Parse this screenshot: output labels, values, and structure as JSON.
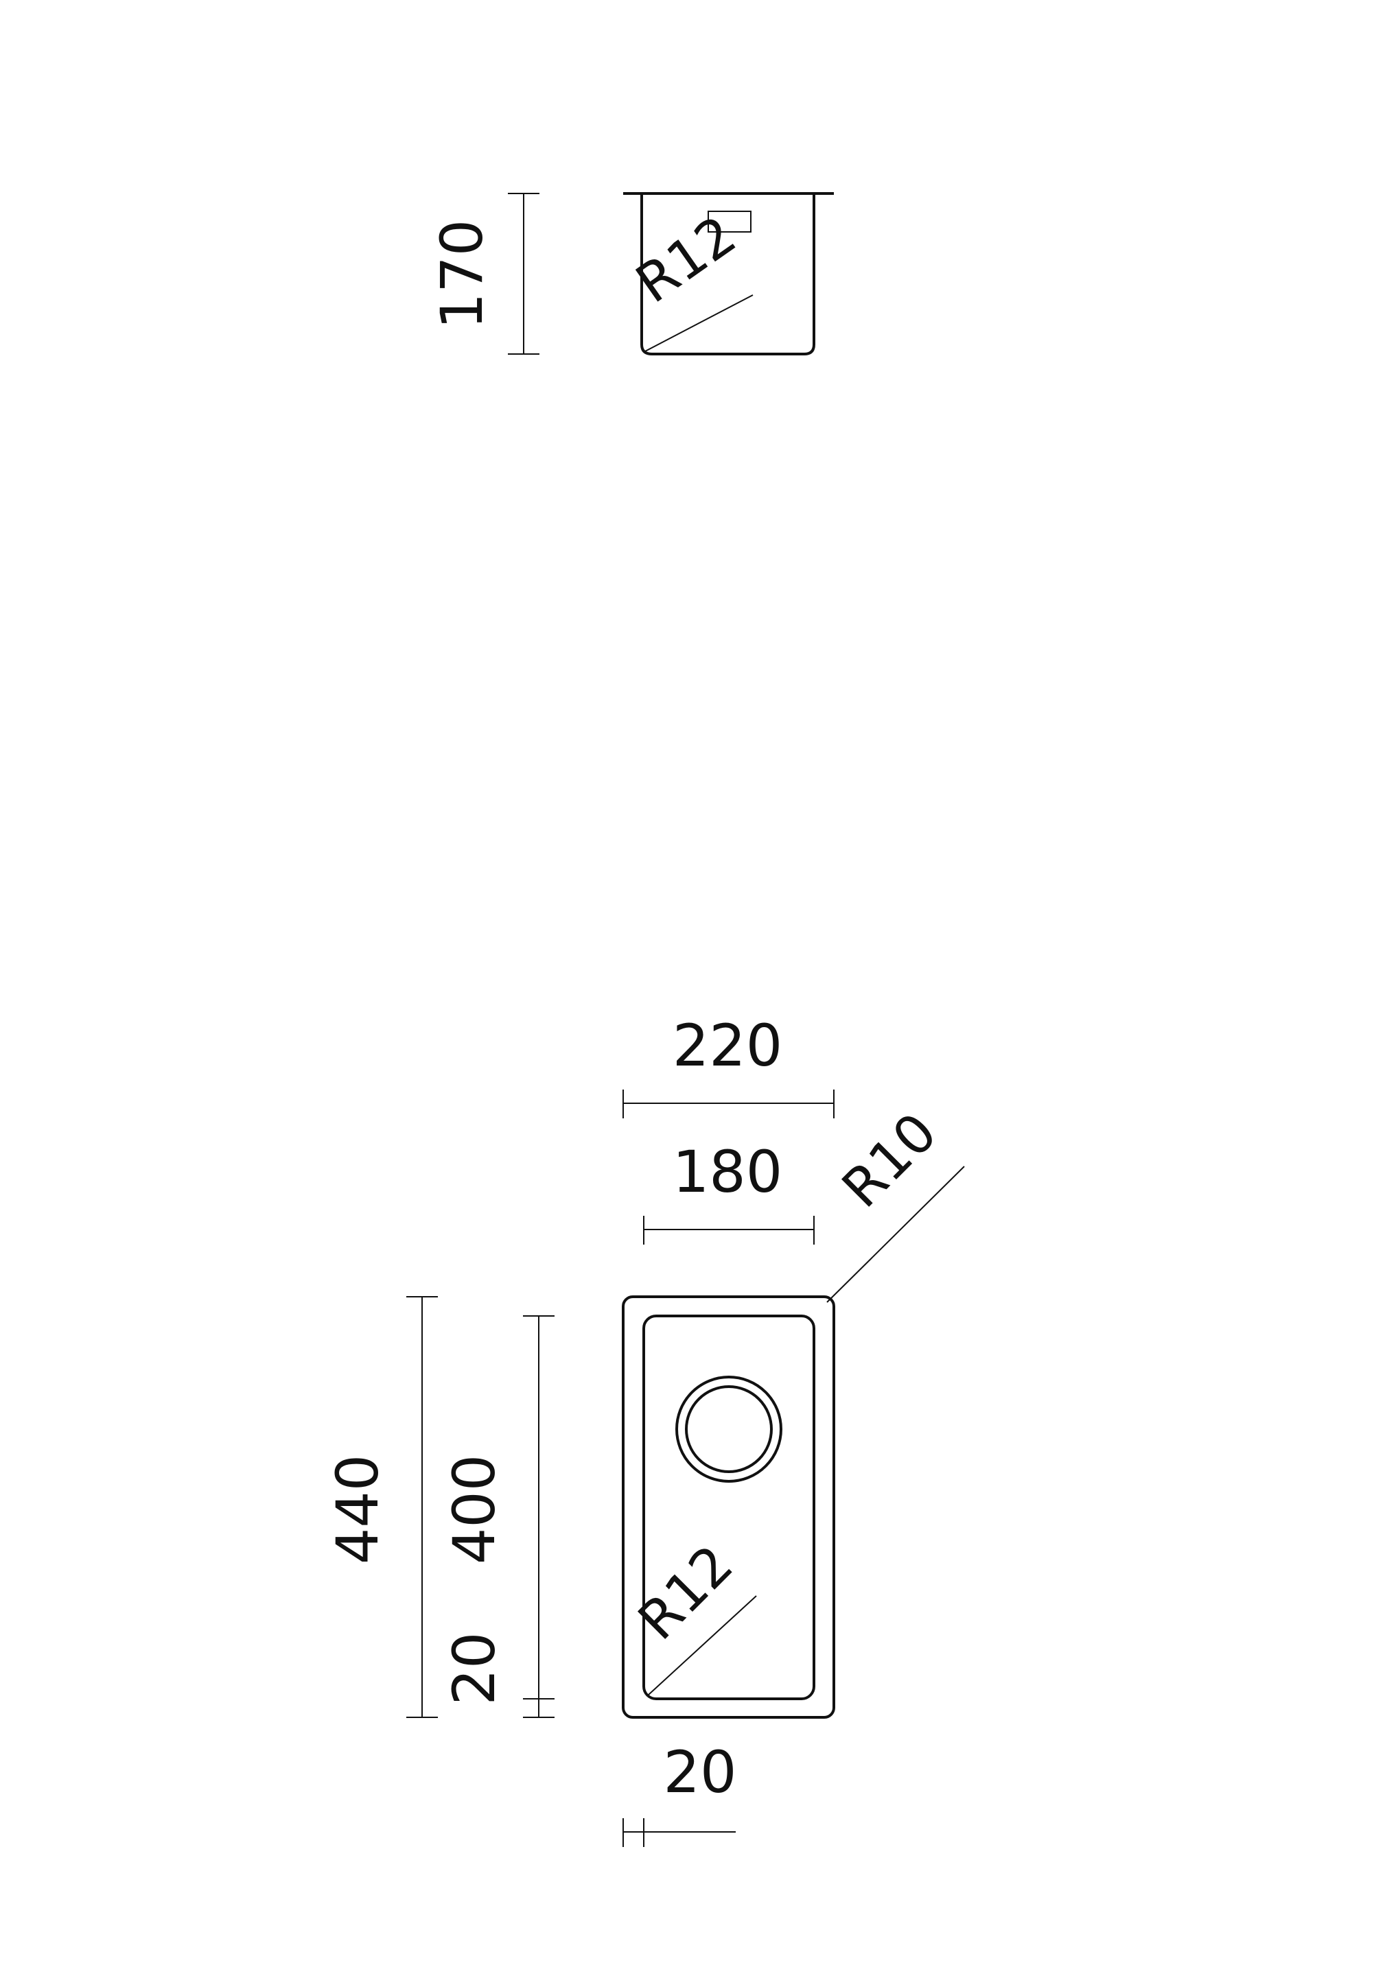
{
  "colors": {
    "line": "#111111",
    "background": "#ffffff"
  },
  "side_view": {
    "height_dim": "170",
    "radius_label": "R12"
  },
  "top_view": {
    "outer_width_dim": "220",
    "inner_width_dim": "180",
    "corner_radius_outer": "R10",
    "outer_height_dim": "440",
    "inner_height_dim": "400",
    "bottom_offset_dim": "20",
    "radius_label": "R12",
    "left_offset_dim": "20"
  }
}
